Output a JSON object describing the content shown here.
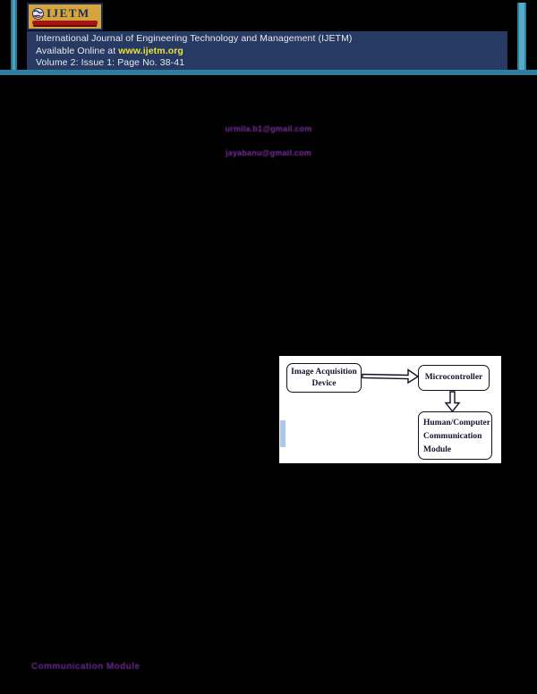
{
  "masthead": {
    "logo": {
      "title": "IJETM"
    },
    "banner": {
      "title": "International Journal of Engineering Technology and Management (IJETM)",
      "available_prefix": "Available Online at",
      "website": "www.ijetm.org",
      "volume_line": "Volume 2: Issue 1: Page No. 38-41"
    }
  },
  "authors": {
    "email1": "urmila.b1@gmail.com",
    "email2": "jayabanu@gmail.com"
  },
  "figure": {
    "box_image_acquisition": "Image Acquisition Device",
    "box_microcontroller": "Microcontroller",
    "box_hcm": "Human/Computer Communication Module"
  },
  "footer": {
    "note": "Communication Module"
  },
  "colors": {
    "page_bg": "#010101",
    "teal_accent": "#2e7d9e",
    "banner_bg": "#263a64",
    "banner_text": "#e9e9e9",
    "link_yellow": "#e9e53a",
    "logo_gold": "#d3a53c",
    "logo_navy": "#1c2a5a",
    "logo_book_red": "#a6150f",
    "email_purple": "#7b2fa0",
    "footer_purple": "#6a2b92",
    "figure_bg": "#ffffff",
    "highlight_blue": "#aac9ea"
  }
}
